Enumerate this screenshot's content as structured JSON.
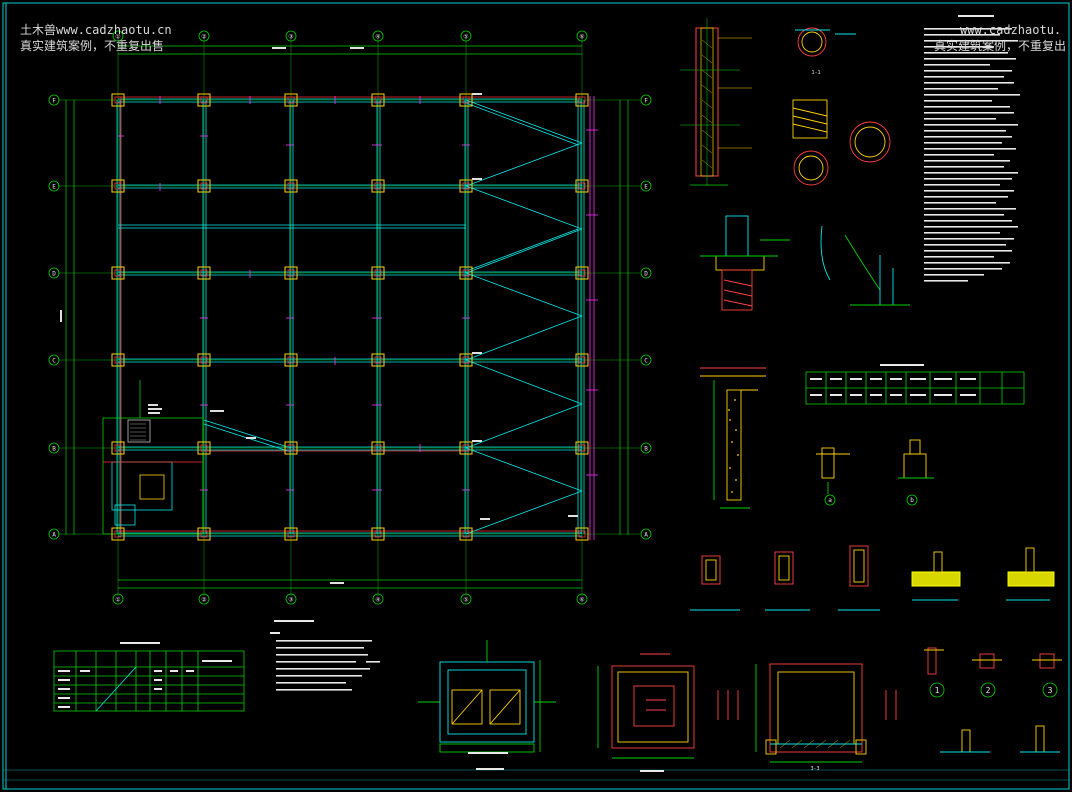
{
  "watermark": {
    "left_line1_cn": "土木兽",
    "left_line1_url": "www.cadzhaotu.cn",
    "left_line2": "真实建筑案例，不重复出售",
    "right_line1_url": "www.cadzhaotu.",
    "right_line2": "真实建筑案例，不重复出"
  },
  "grid_axes": {
    "columns": [
      "①",
      "②",
      "③",
      "④",
      "⑤",
      "⑥"
    ],
    "rows": [
      "F",
      "E",
      "D",
      "C",
      "B",
      "A"
    ]
  },
  "detail_labels": {
    "circle_1": "1",
    "circle_2": "2",
    "circle_3": "3",
    "circle_a": "a",
    "circle_b": "b",
    "section_11": "1-1",
    "section_33": "3-3"
  },
  "colors": {
    "background": "#000000",
    "grid_line": "#00d000",
    "beam": "#00e8e8",
    "beam_red": "#ff3030",
    "column": "#ffd200",
    "annotation": "#ff30ff",
    "text": "#e8e8e8",
    "hatch": "#ffff00"
  }
}
